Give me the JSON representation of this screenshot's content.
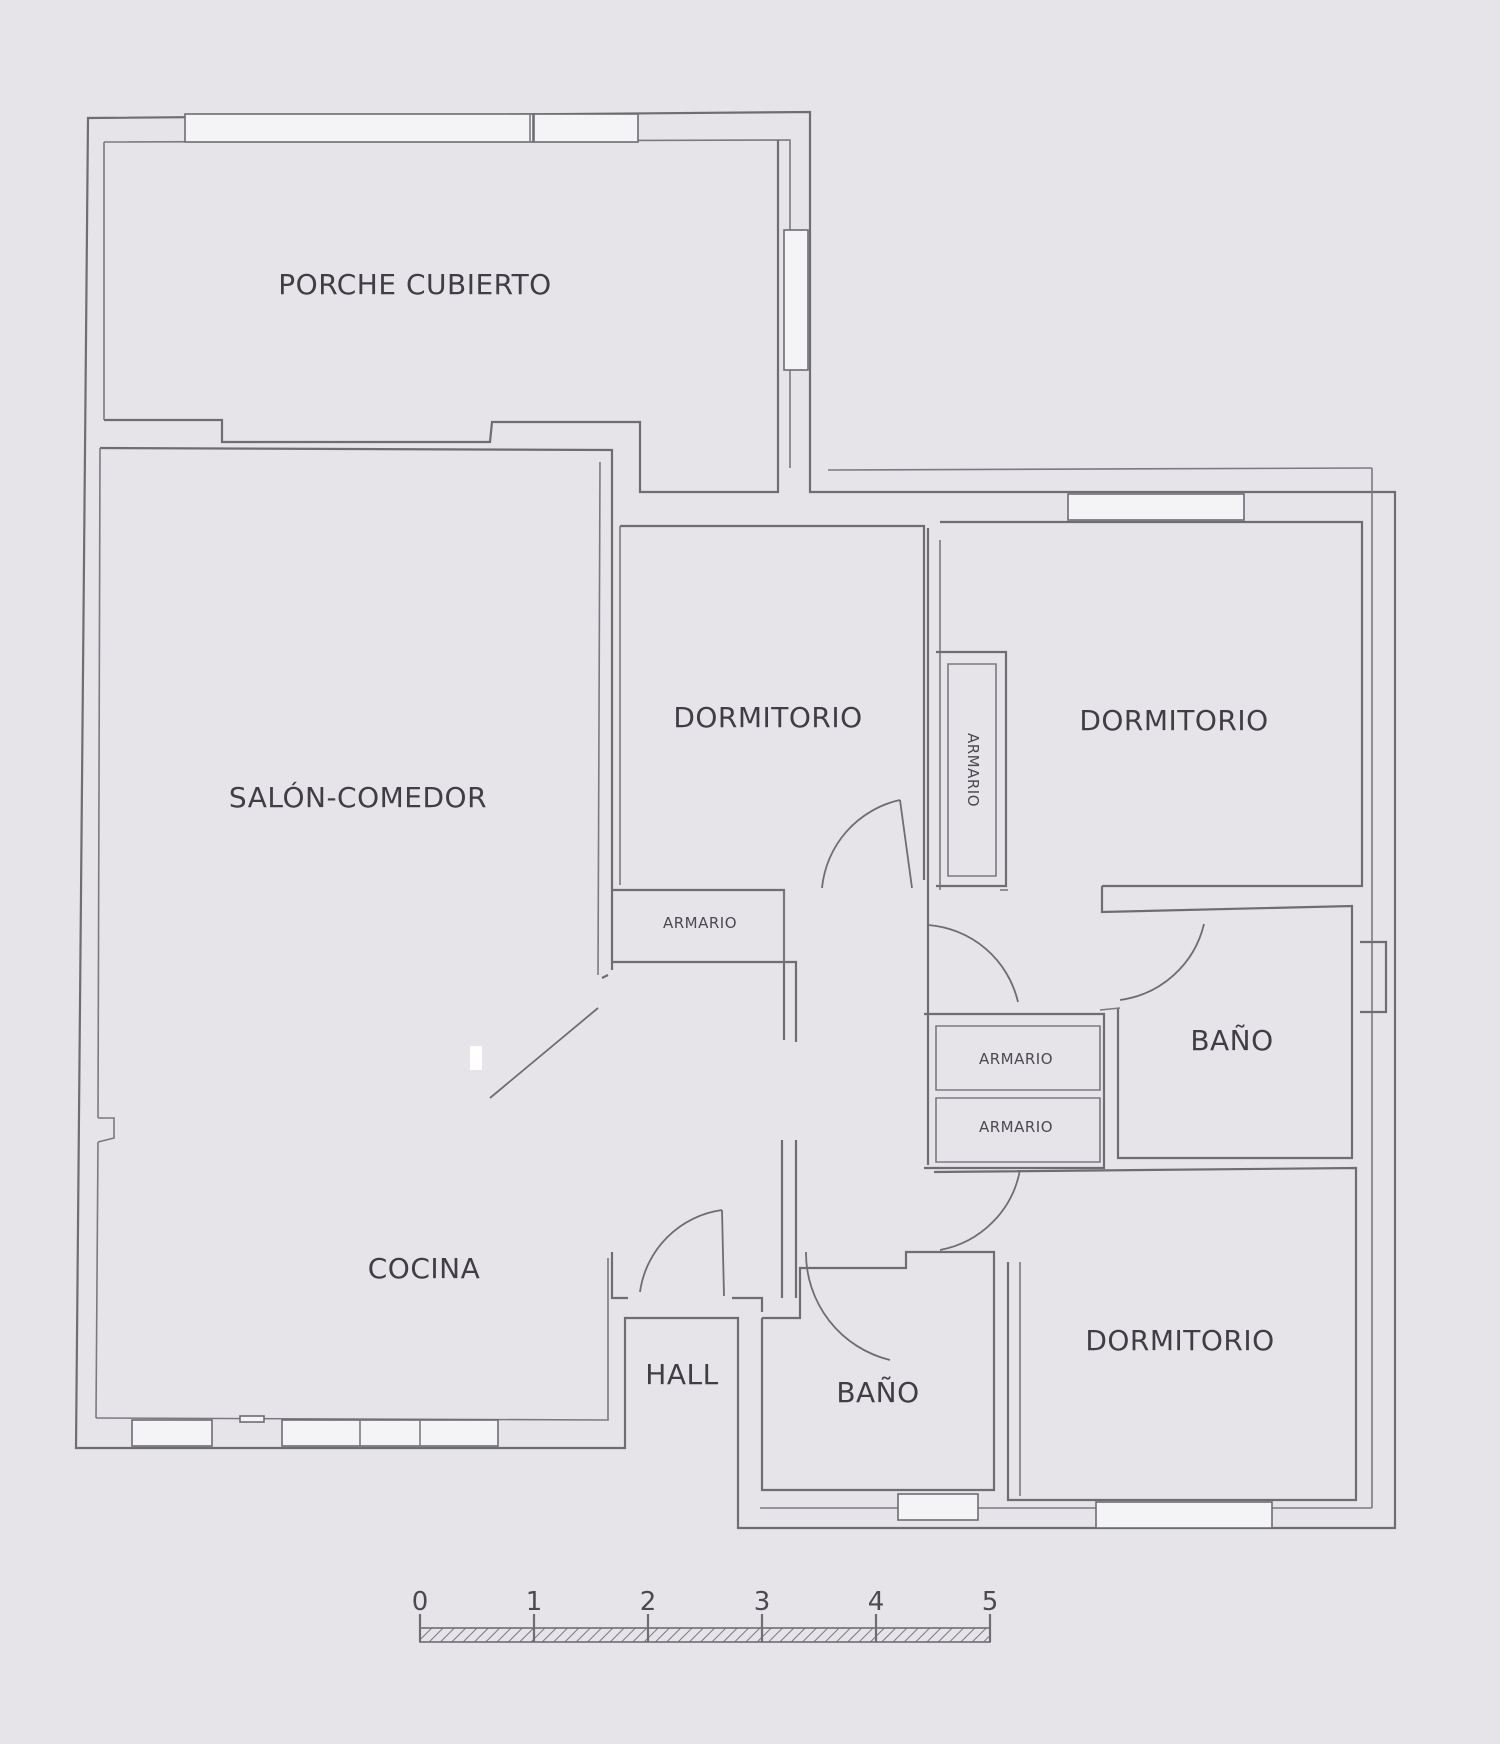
{
  "rooms": {
    "porche": "PORCHE CUBIERTO",
    "salon": "SALÓN-COMEDOR",
    "cocina": "COCINA",
    "hall": "HALL",
    "dormitorio_1": "DORMITORIO",
    "dormitorio_2": "DORMITORIO",
    "dormitorio_3": "DORMITORIO",
    "bano_1": "BAÑO",
    "bano_2": "BAÑO",
    "armario_1": "ARMARIO",
    "armario_2": "ARMARIO",
    "armario_3": "ARMARIO",
    "armario_4": "ARMARIO"
  },
  "scale": {
    "ticks": [
      "0",
      "1",
      "2",
      "3",
      "4",
      "5"
    ]
  }
}
